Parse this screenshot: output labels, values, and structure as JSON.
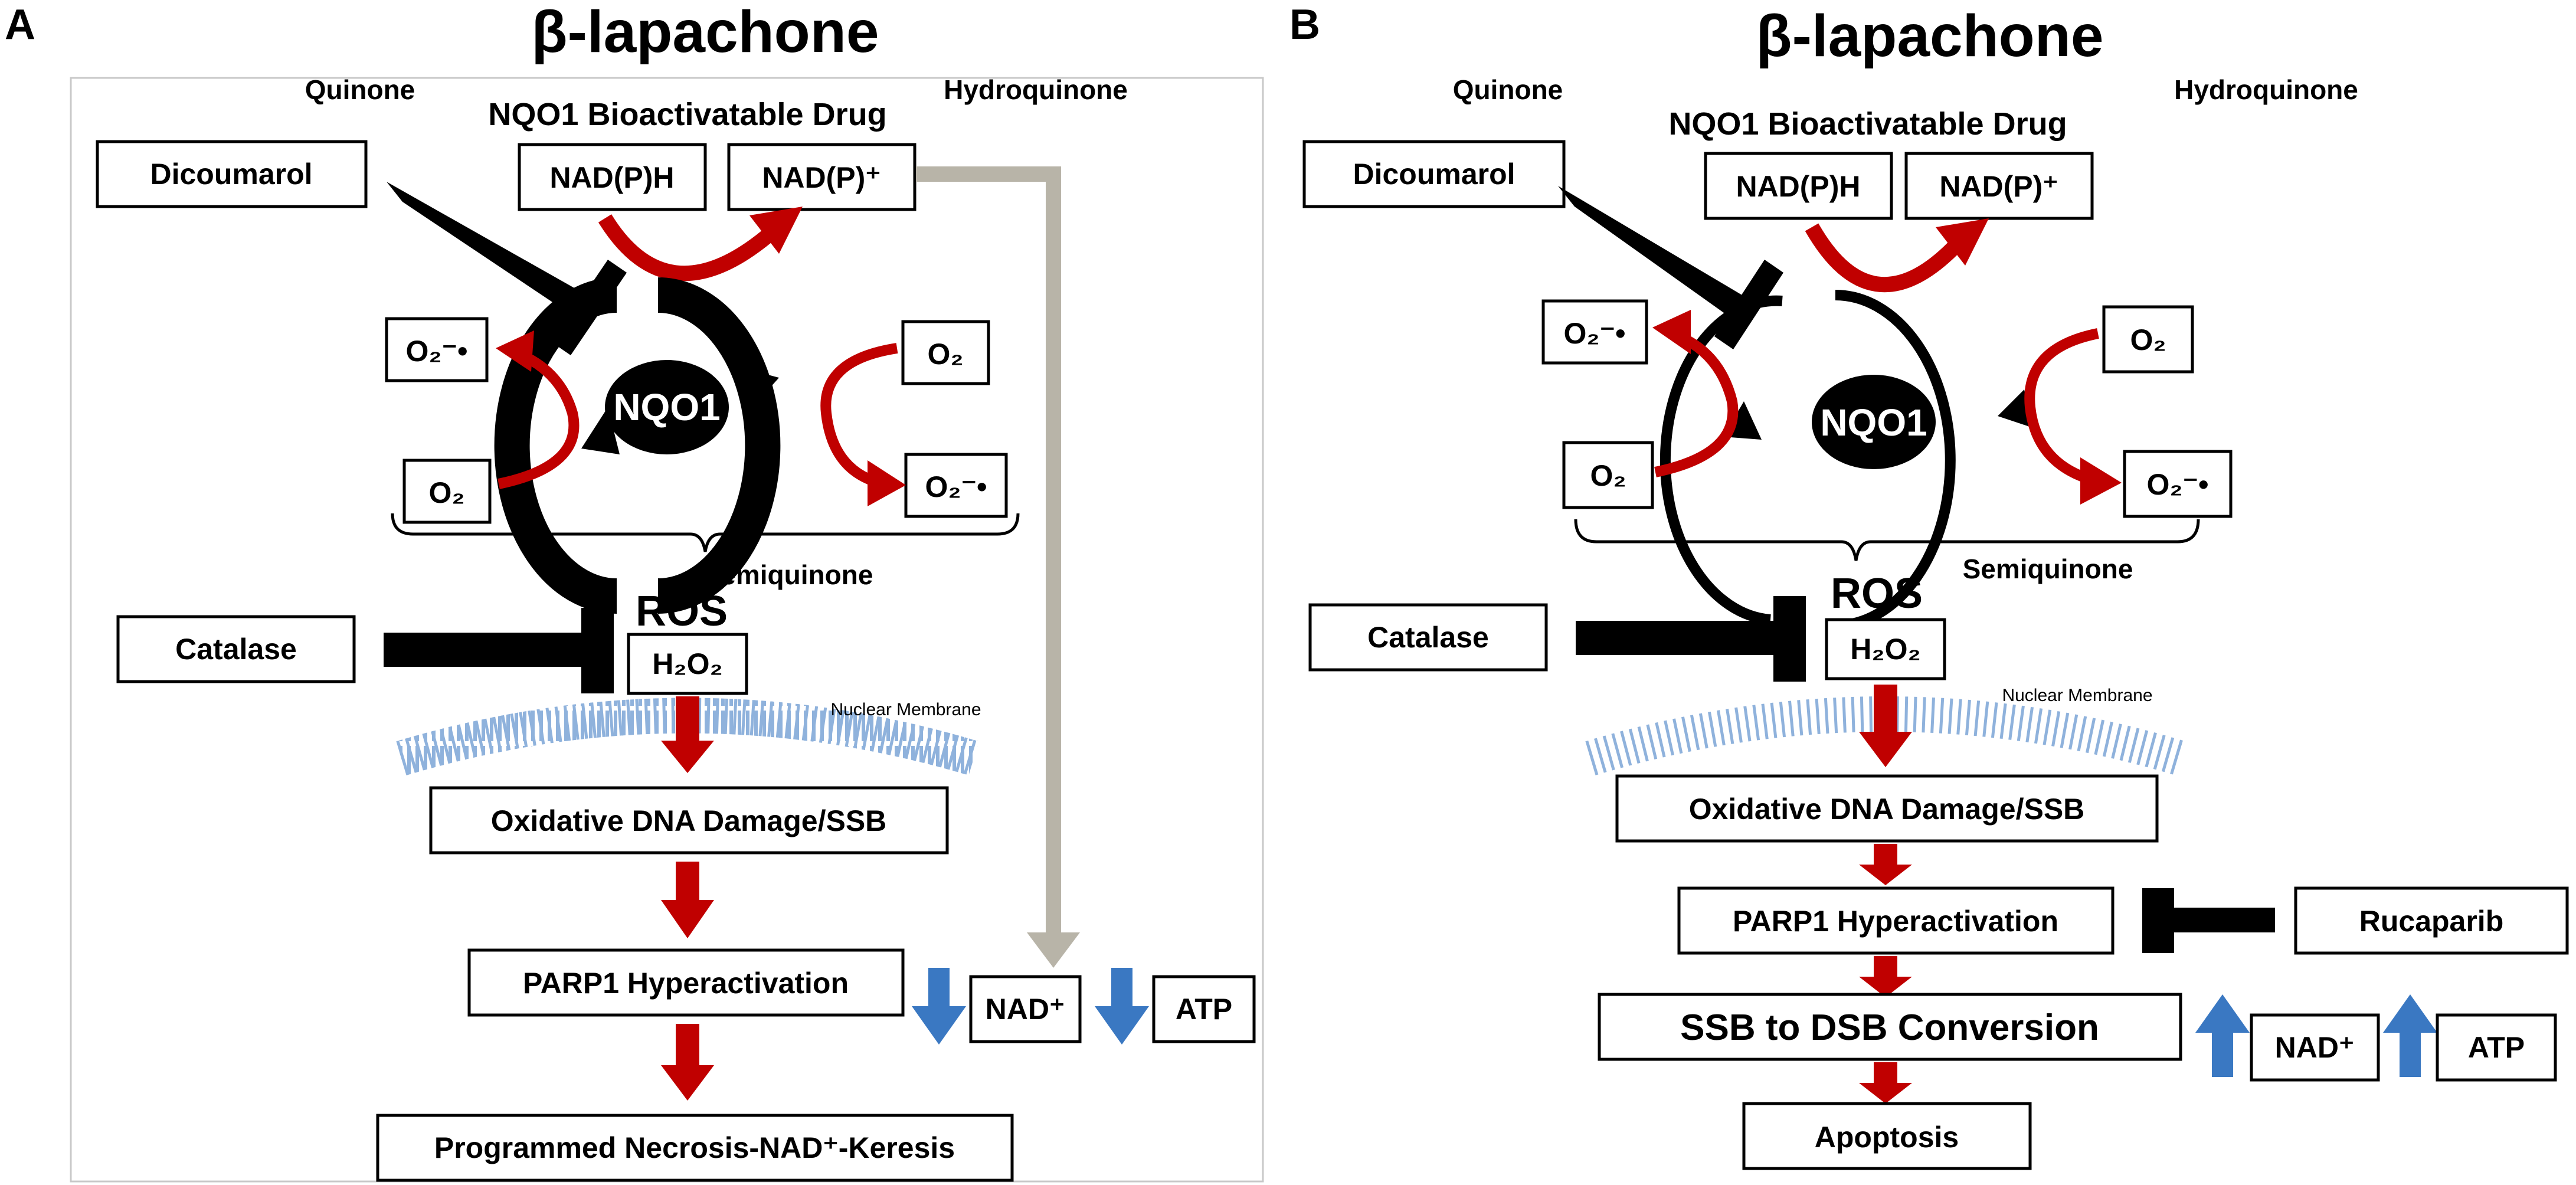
{
  "panel_a": {
    "letter": "A",
    "title": "β-lapachone",
    "quinone": "Quinone",
    "hydroquinone": "Hydroquinone",
    "drug_label": "NQO1 Bioactivatable Drug",
    "dicoumarol": "Dicoumarol",
    "nadph": "NAD(P)H",
    "nadp_plus": "NAD(P)⁺",
    "o2_superoxide_left": "O₂⁻•",
    "o2_left": "O₂",
    "o2_right": "O₂",
    "o2_superoxide_right": "O₂⁻•",
    "nqo1": "NQO1",
    "semiquinone": "Semiquinone",
    "ros": "ROS",
    "catalase": "Catalase",
    "h2o2": "H₂O₂",
    "nuclear_membrane": "Nuclear Membrane",
    "oxidative_damage": "Oxidative DNA Damage/SSB",
    "parp1": "PARP1 Hyperactivation",
    "nad_plus": "NAD⁺",
    "atp": "ATP",
    "necrosis": "Programmed Necrosis-NAD⁺-Keresis"
  },
  "panel_b": {
    "letter": "B",
    "title": "β-lapachone",
    "quinone": "Quinone",
    "hydroquinone": "Hydroquinone",
    "drug_label": "NQO1 Bioactivatable Drug",
    "dicoumarol": "Dicoumarol",
    "nadph": "NAD(P)H",
    "nadp_plus": "NAD(P)⁺",
    "o2_superoxide_left": "O₂⁻•",
    "o2_left": "O₂",
    "o2_right": "O₂",
    "o2_superoxide_right": "O₂⁻•",
    "nqo1": "NQO1",
    "semiquinone": "Semiquinone",
    "ros": "ROS",
    "catalase": "Catalase",
    "h2o2": "H₂O₂",
    "nuclear_membrane": "Nuclear Membrane",
    "oxidative_damage": "Oxidative DNA Damage/SSB",
    "parp1": "PARP1 Hyperactivation",
    "rucaparib": "Rucaparib",
    "ssb_dsb": "SSB to DSB Conversion",
    "nad_plus": "NAD⁺",
    "atp": "ATP",
    "apoptosis": "Apoptosis"
  },
  "colors": {
    "red_arrow": "#c00000",
    "blue_arrow": "#3a78c2",
    "gray_arrow": "#b8b4a8",
    "membrane": "#9fbde0"
  }
}
